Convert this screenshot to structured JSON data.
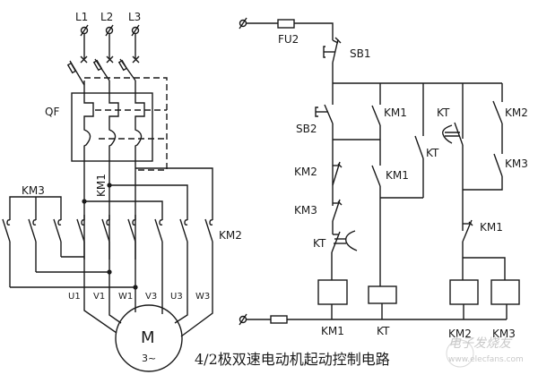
{
  "title": "4/2极双速电动机起动控制电路",
  "watermark": {
    "brand": "电子发烧友",
    "url": "www.elecfans.com"
  },
  "main_circuit": {
    "phases": [
      "L1",
      "L2",
      "L3"
    ],
    "breaker": "QF",
    "contactors": {
      "km1": "KM1",
      "km2": "KM2",
      "km3": "KM3"
    },
    "terminals": [
      "U1",
      "V1",
      "W1",
      "V3",
      "U3",
      "W3"
    ],
    "motor": {
      "symbol": "M",
      "type": "3~"
    }
  },
  "control_circuit": {
    "fuse": "FU2",
    "stop_button": "SB1",
    "start_button": "SB2",
    "contacts": {
      "km1_aux_1": "KM1",
      "km1_aux_2": "KM1",
      "kt_inst": "KT",
      "kt_delay_no": "KT",
      "km2_no": "KM2",
      "km3_no": "KM3",
      "km2_nc": "KM2",
      "km3_nc": "KM3",
      "kt_delay_nc": "KT",
      "km1_nc": "KM1"
    },
    "coils": [
      "KM1",
      "KT",
      "KM2",
      "KM3"
    ]
  }
}
